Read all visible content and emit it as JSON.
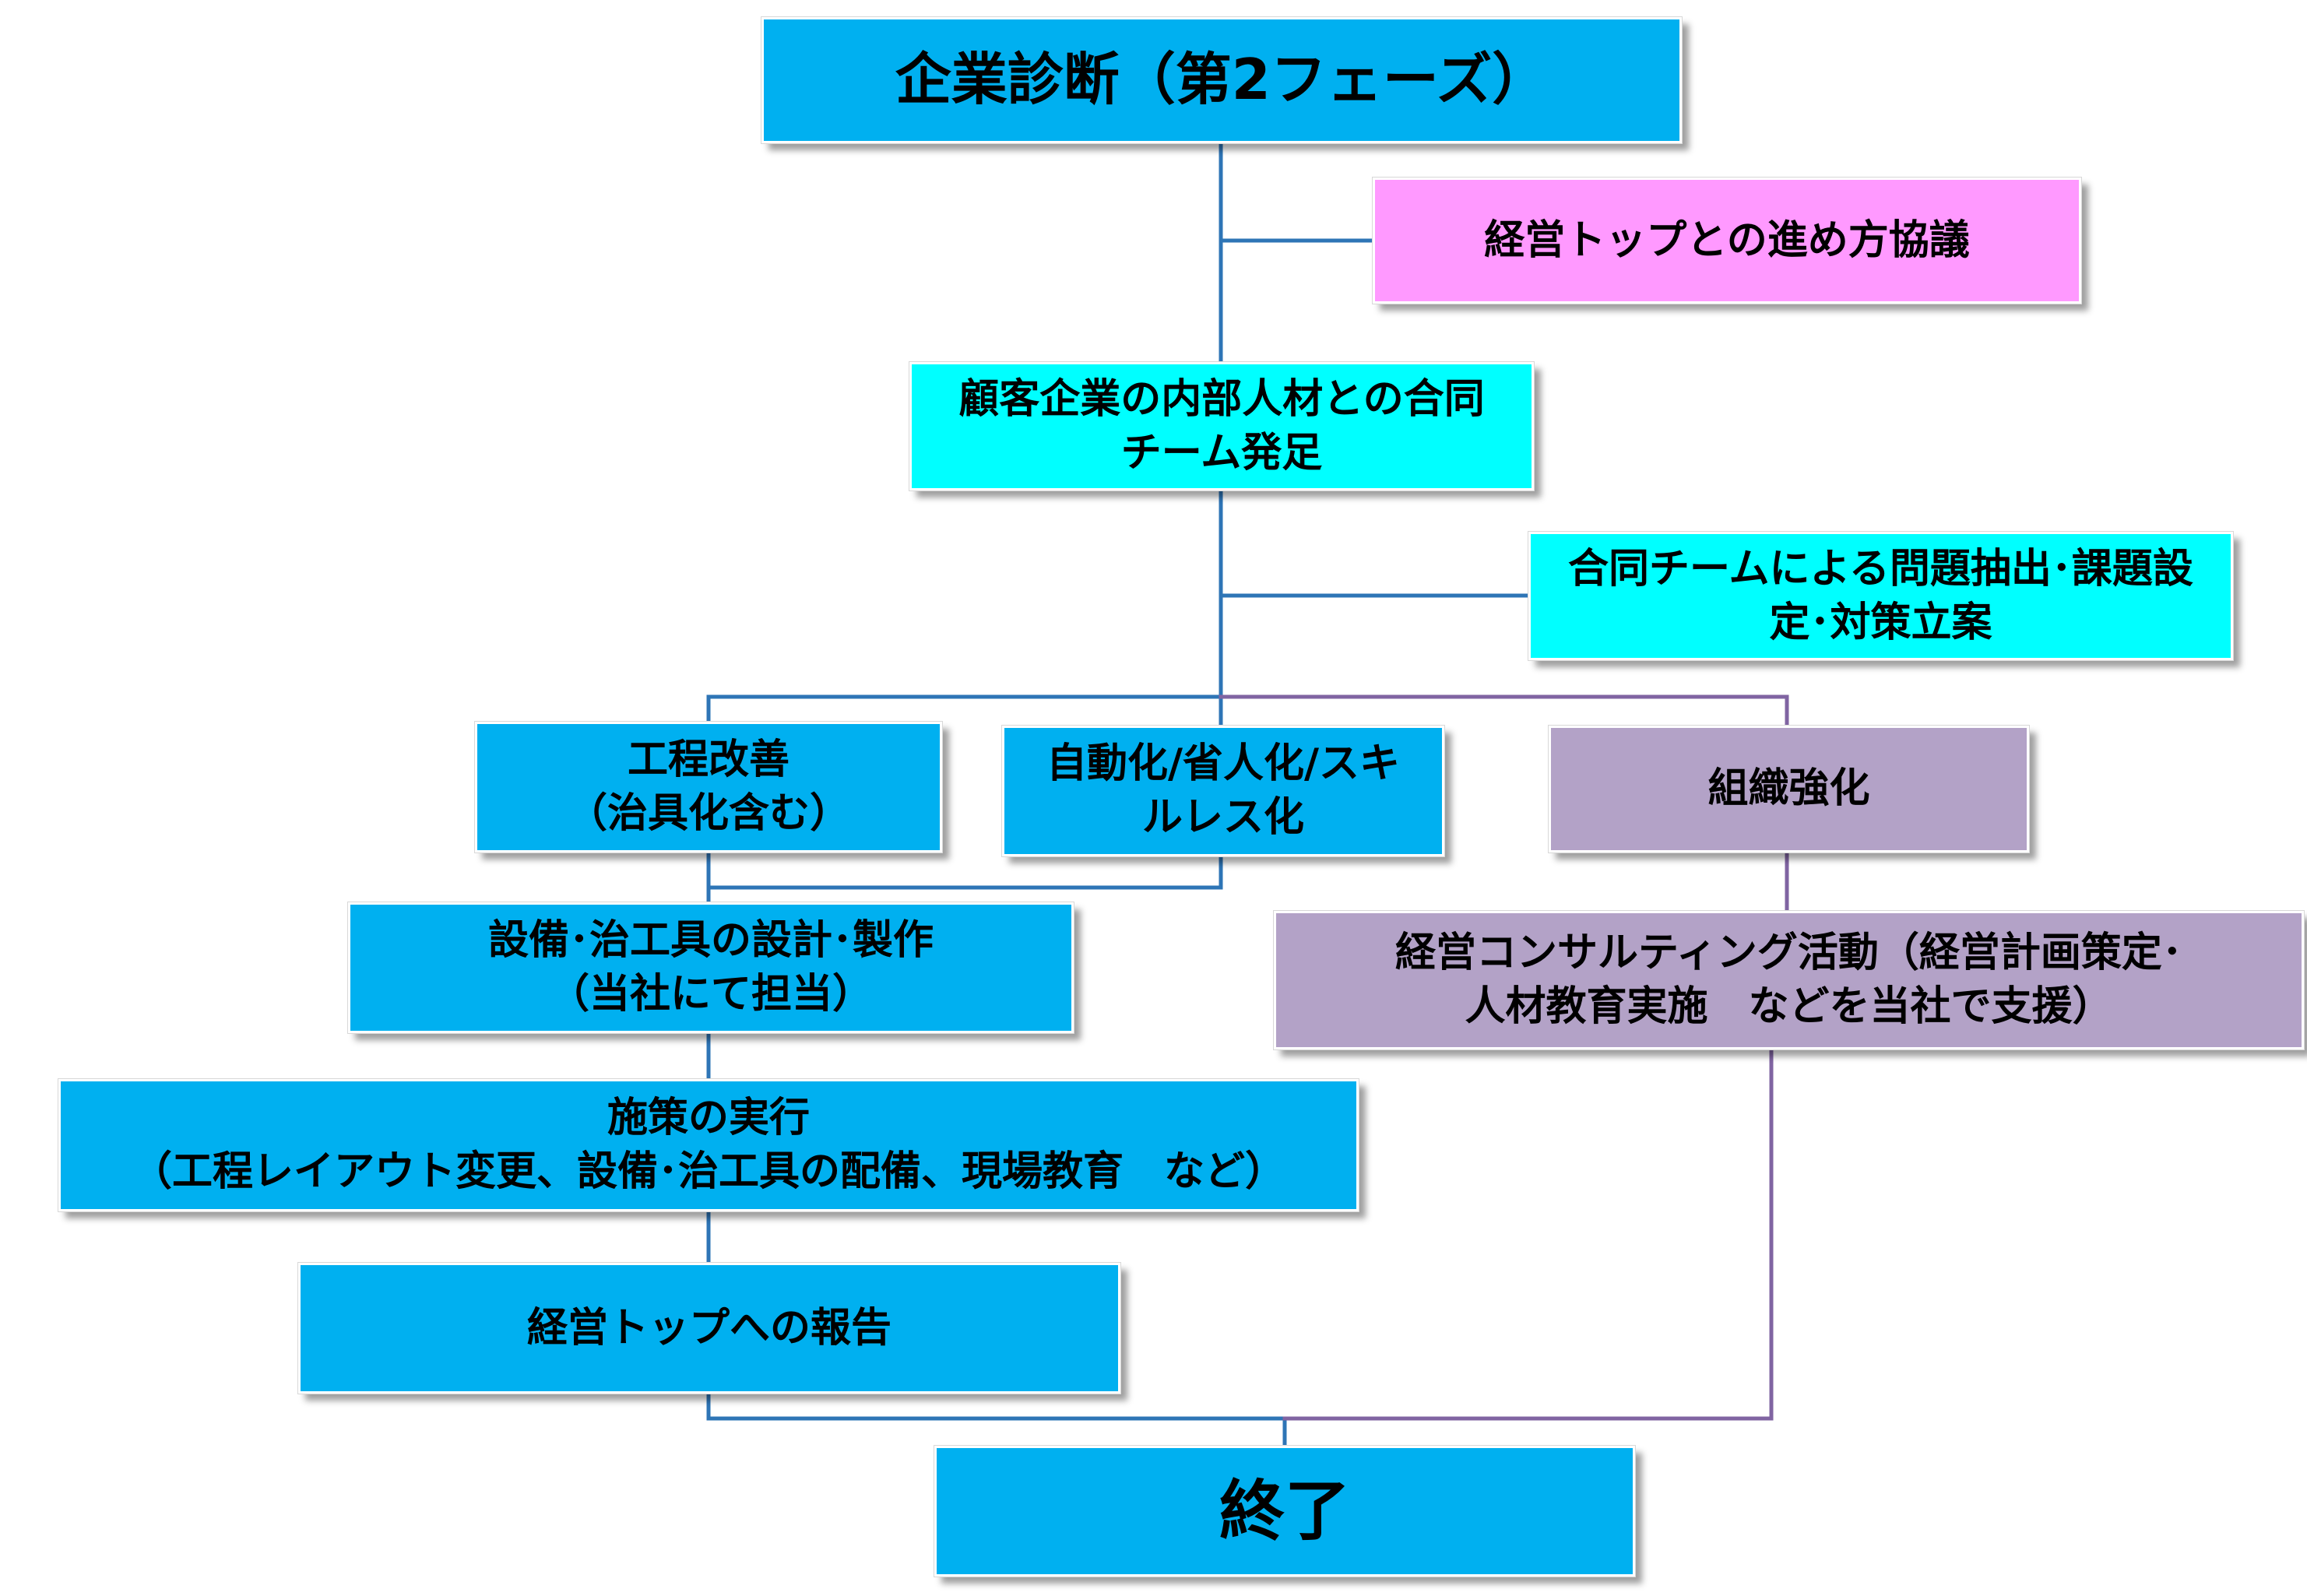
{
  "diagram": {
    "colors": {
      "blue_box": "#00b0f0",
      "cyan_box": "#00ffff",
      "pink_box": "#ff99ff",
      "purple_box": "#b3a2c7",
      "blue_line": "#2e75b6",
      "purple_line": "#8064a2"
    },
    "nodes": {
      "start": "企業診断（第2フェーズ）",
      "talk": "経営トップとの進め方協議",
      "team": "顧客企業の内部人材との合同\nチーム発足",
      "extract": "合同チームによる問題抽出･課題設\n定･対策立案",
      "process": "工程改善\n（治具化含む）",
      "auto": "自動化/省人化/スキ\nルレス化",
      "org": "組織強化",
      "equip": "設備･治工具の設計･製作\n（当社にて担当）",
      "consult": "経営コンサルティング活動（経営計画策定･\n人材教育実施　などを当社で支援）",
      "exec": "施策の実行\n（工程レイアウト変更、設備･治工具の配備、現場教育　など）",
      "report": "経営トップへの報告",
      "end": "終了"
    }
  }
}
